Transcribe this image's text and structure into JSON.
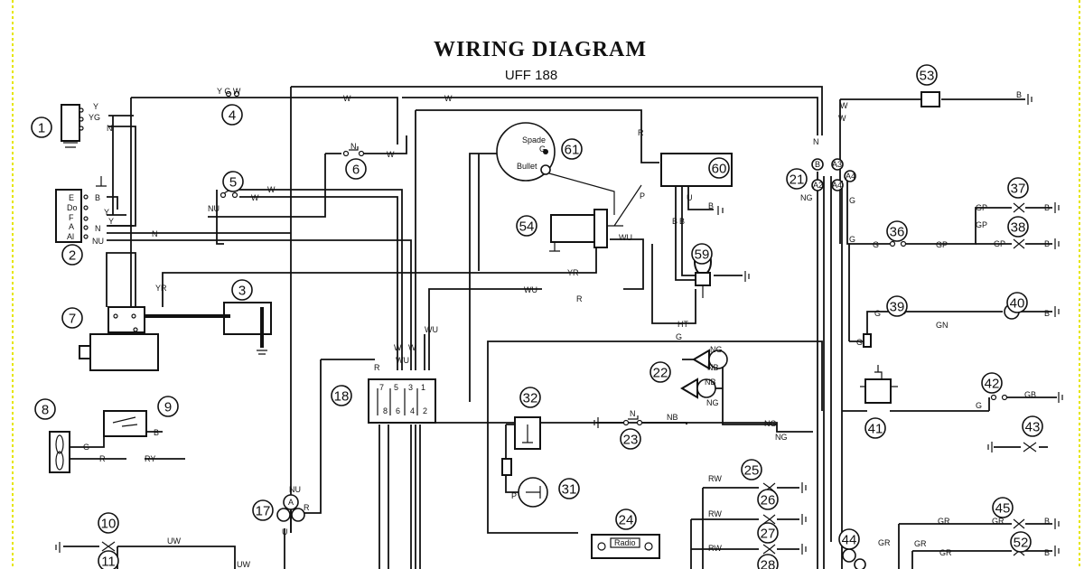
{
  "title": "WIRING DIAGRAM",
  "subtitle": "UFF 188",
  "colors": {
    "wire": "#111111",
    "background": "#ffffff",
    "border": "#e6e600"
  },
  "component_numbers": [
    "1",
    "2",
    "3",
    "4",
    "5",
    "6",
    "7",
    "8",
    "9",
    "10",
    "11",
    "17",
    "18",
    "21",
    "22",
    "23",
    "24",
    "25",
    "26",
    "27",
    "28",
    "31",
    "32",
    "36",
    "37",
    "38",
    "39",
    "40",
    "41",
    "42",
    "43",
    "44",
    "45",
    "52",
    "53",
    "54",
    "59",
    "60",
    "61"
  ],
  "wire_labels": {
    "c1_y": "Y",
    "c1_yg": "YG",
    "c1_n": "N",
    "c2_e": "E",
    "c2_do": "Do",
    "c2_f": "F",
    "c2_a": "A",
    "c2_al": "Al",
    "c2_b": "B",
    "c2_y": "Y",
    "c2_y2": "Y",
    "c2_n": "N",
    "c2_nu": "NU",
    "c2_n2": "N",
    "c4_ygw": "Y G W",
    "top_w1": "W",
    "top_w2": "W",
    "c5_w1": "W",
    "c5_w2": "W",
    "c5_nu": "NU",
    "c6_n": "N",
    "c6_w": "W",
    "yr_1": "YR",
    "yr_2": "YR",
    "wu_1": "WU",
    "wu_r": "R",
    "wu_2": "WU",
    "ht": "HT",
    "wu_53": "WU",
    "c60_spade": "Spade",
    "c60_g": "G",
    "c60_bullet": "Bullet",
    "c59_r": "R",
    "c59_p": "P",
    "c59_b": "B",
    "c59_b1": "B",
    "c59_b2": "B",
    "c59_u": "U",
    "c18_r": "R",
    "c18_w1": "W",
    "c18_w2": "W",
    "c18_wu": "WU",
    "c18_7": "7",
    "c18_5": "5",
    "c18_3": "3",
    "c18_1": "1",
    "c18_8": "8",
    "c18_6": "6",
    "c18_4": "4",
    "c18_2": "2",
    "c9_b": "B",
    "c8_g": "G",
    "c8_r": "R",
    "c8_ry": "RY",
    "c17_nu": "NU",
    "c17_a": "A",
    "c17_r": "R",
    "c17_u": "U",
    "c10_uw": "UW",
    "c11_uw": "UW",
    "c22_g": "G",
    "c22_ng1": "NG",
    "c22_nb1": "NB",
    "c22_nb2": "NB",
    "c22_ng2": "NG",
    "c23_n": "N",
    "c23_nb": "NB",
    "c23_ng": "NG",
    "c23_ng2": "NG",
    "c31_p": "P",
    "c24_radio": "Radio",
    "c25_rw": "RW",
    "c27_rw": "RW",
    "c28_rw": "RW",
    "c21_n": "N",
    "c21_b": "B",
    "c21_a2": "A2",
    "c21_ng": "NG",
    "c21_a3": "A3",
    "c21_a4": "A4",
    "c21_a4b": "A4",
    "c21_w": "W",
    "c52_b": "B",
    "c52_w": "W",
    "c36_g1": "G",
    "c36_g2": "G",
    "c36_gp": "GP",
    "c36_gp2": "GP",
    "c37_gp": "GP",
    "c37_b": "B",
    "c38_gp": "GP",
    "c38_b": "B",
    "c37_g": "G",
    "c39_g": "G",
    "c39_gn": "GN",
    "c40_b": "B",
    "c39_g2": "G",
    "c41_g": "G",
    "c41_gb": "GB",
    "c43_gr": "GR",
    "c43_gr2": "GR",
    "c44_gr": "GR",
    "c44_gr2": "GR",
    "c44_b": "B",
    "c45_gr": "GR",
    "c45_b": "B"
  }
}
